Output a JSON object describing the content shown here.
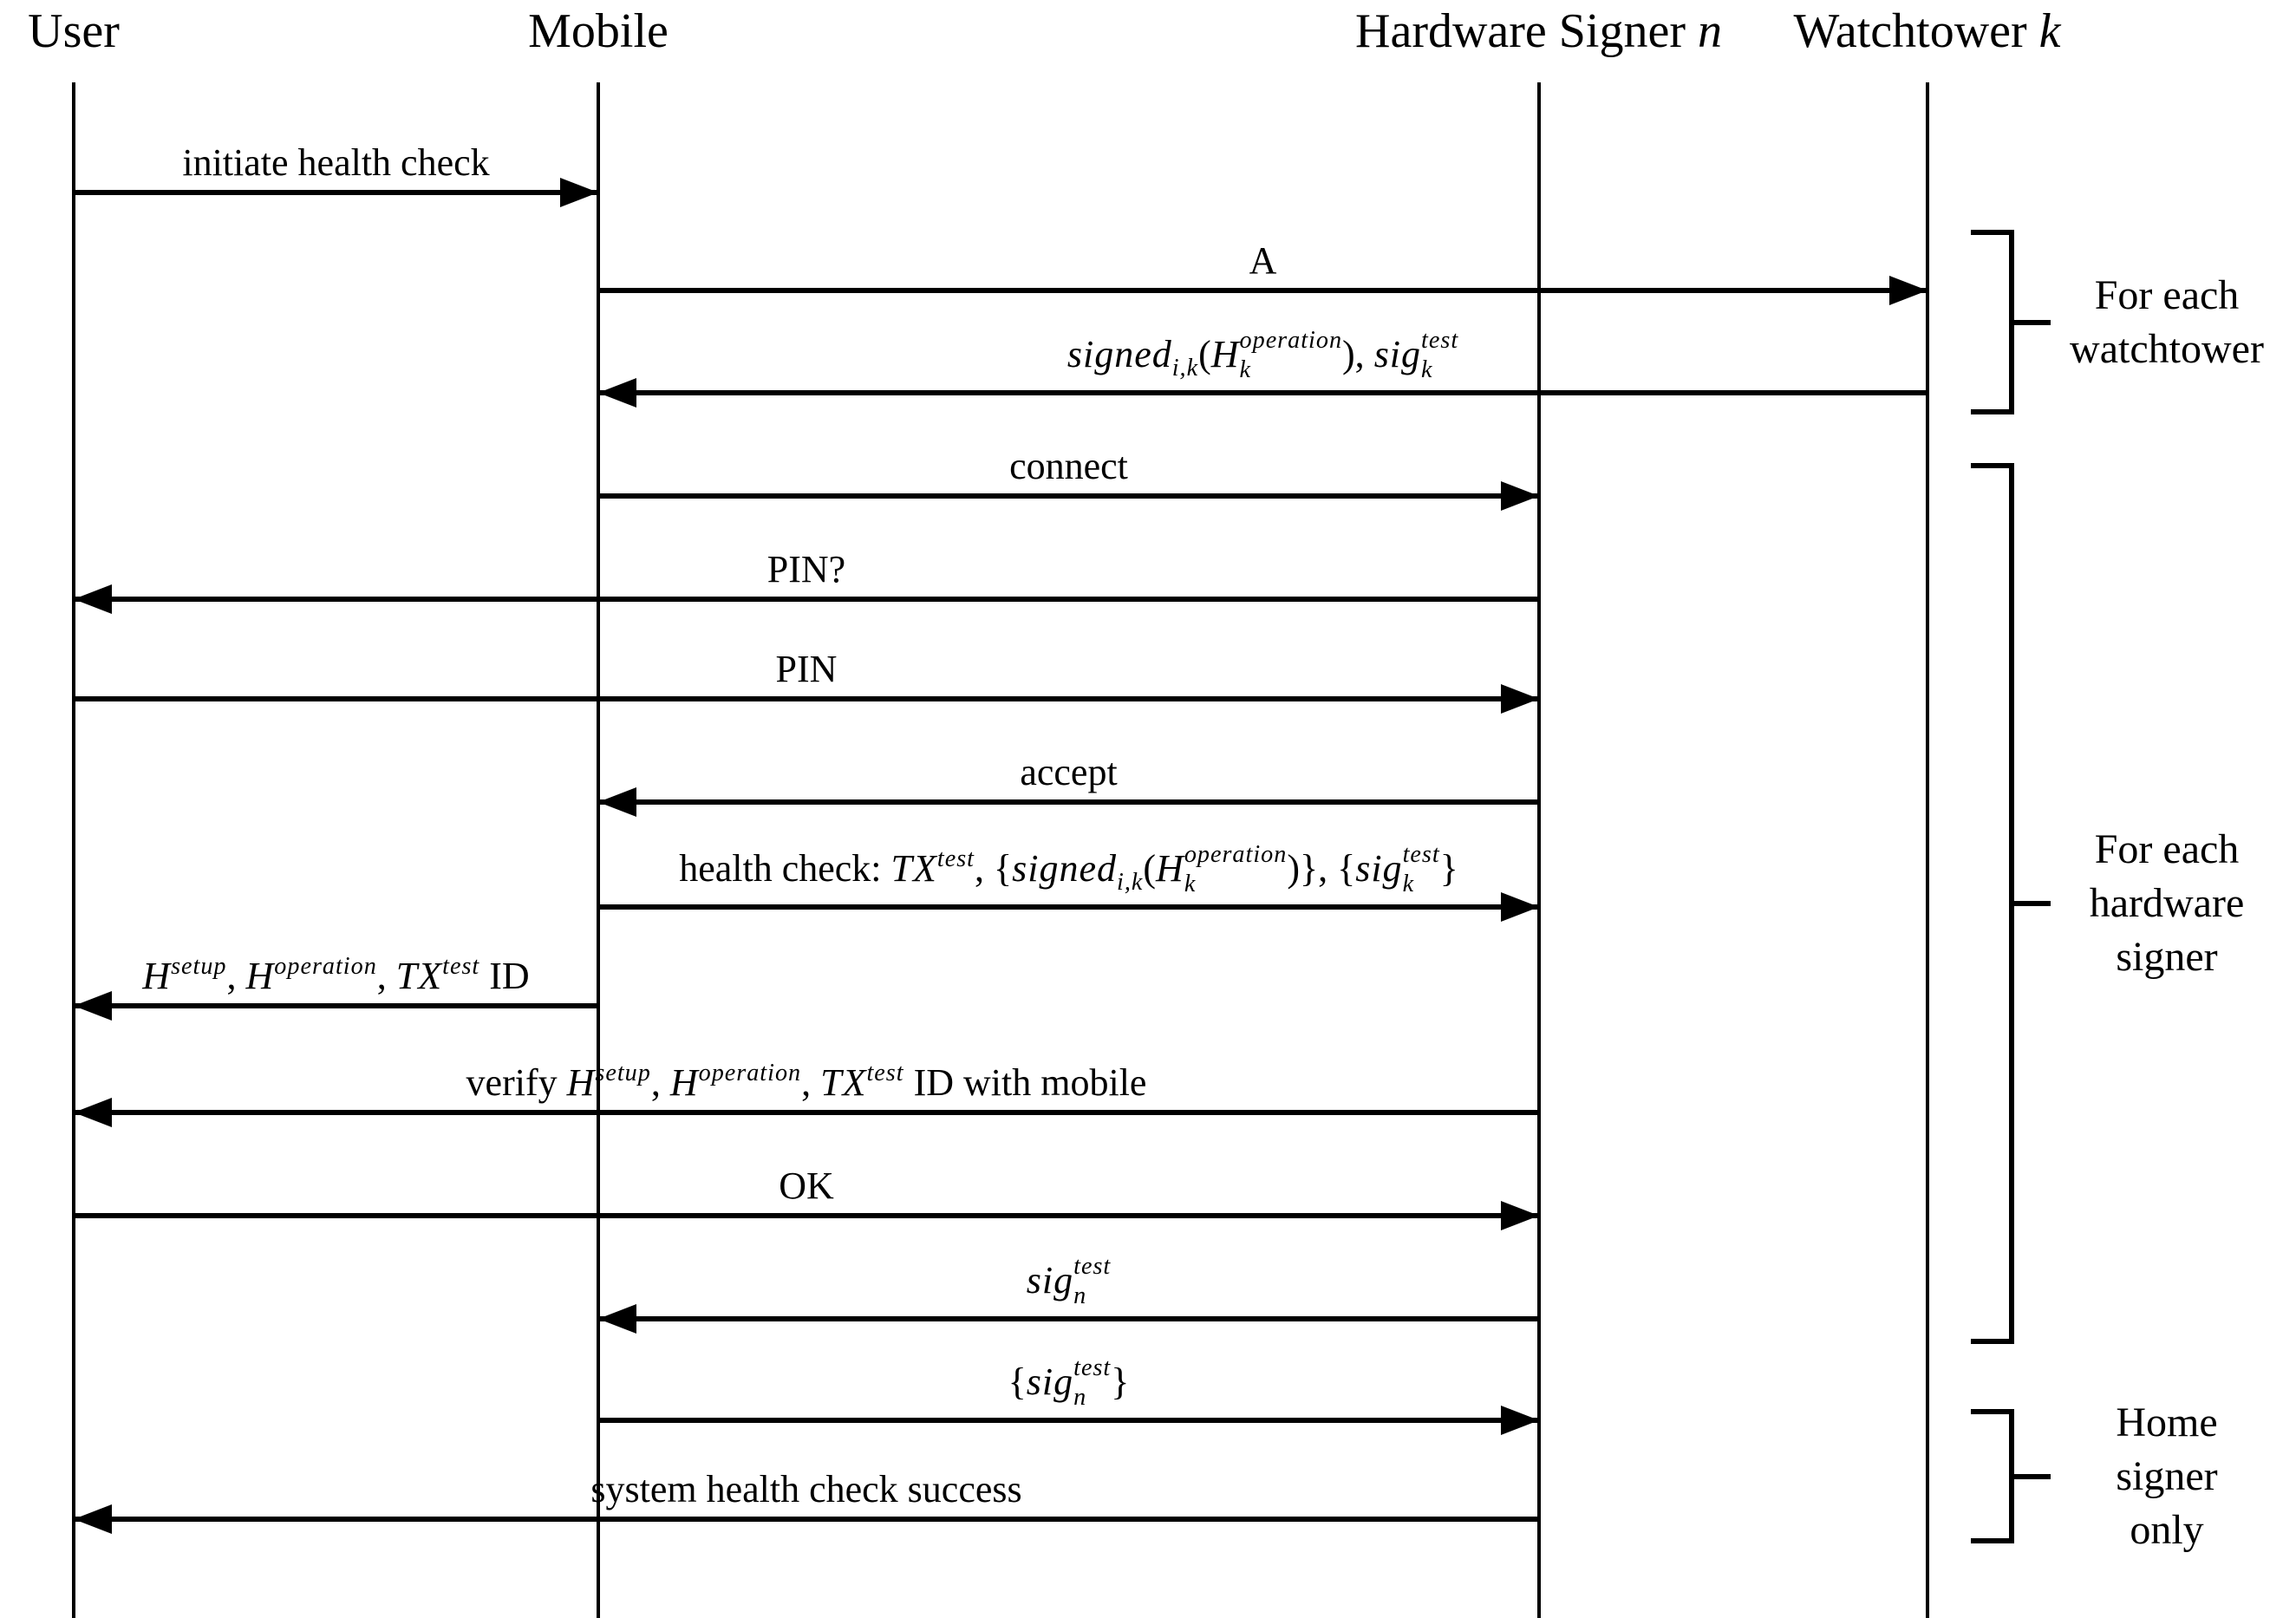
{
  "actors": [
    {
      "id": "user",
      "segments": [
        {
          "t": "User",
          "c": "rm"
        }
      ]
    },
    {
      "id": "mobile",
      "segments": [
        {
          "t": "Mobile",
          "c": "rm"
        }
      ]
    },
    {
      "id": "hardware-signer-n",
      "segments": [
        {
          "t": "Hardware Signer ",
          "c": "rm"
        },
        {
          "t": "n",
          "c": "it"
        }
      ]
    },
    {
      "id": "watchtower-k",
      "segments": [
        {
          "t": "Watchtower ",
          "c": "rm"
        },
        {
          "t": "k",
          "c": "it"
        }
      ]
    }
  ],
  "messages": [
    {
      "from": "user",
      "to": "mobile",
      "segments": [
        {
          "t": "initiate health check",
          "c": "rm"
        }
      ]
    },
    {
      "from": "mobile",
      "to": "watchtower-k",
      "segments": [
        {
          "t": "A",
          "c": "rm"
        }
      ]
    },
    {
      "from": "watchtower-k",
      "to": "mobile",
      "segments": [
        {
          "t": "signed",
          "c": "it"
        },
        {
          "t": "i,k",
          "c": "sub"
        },
        {
          "t": "(",
          "c": "rm"
        },
        {
          "t": "H",
          "c": "it"
        },
        {
          "sup": "operation",
          "sub": "k"
        },
        {
          "t": "), ",
          "c": "rm"
        },
        {
          "t": "sig",
          "c": "it"
        },
        {
          "sup": "test",
          "sub": "k"
        }
      ]
    },
    {
      "from": "mobile",
      "to": "hardware-signer-n",
      "segments": [
        {
          "t": "connect",
          "c": "rm"
        }
      ]
    },
    {
      "from": "hardware-signer-n",
      "to": "user",
      "segments": [
        {
          "t": "PIN?",
          "c": "rm"
        }
      ]
    },
    {
      "from": "user",
      "to": "hardware-signer-n",
      "segments": [
        {
          "t": "PIN",
          "c": "rm"
        }
      ]
    },
    {
      "from": "hardware-signer-n",
      "to": "mobile",
      "segments": [
        {
          "t": "accept",
          "c": "rm"
        }
      ]
    },
    {
      "from": "mobile",
      "to": "hardware-signer-n",
      "segments": [
        {
          "t": "health check: ",
          "c": "rm"
        },
        {
          "t": "TX",
          "c": "it"
        },
        {
          "t": "test",
          "c": "sup"
        },
        {
          "t": ", {",
          "c": "rm"
        },
        {
          "t": "signed",
          "c": "it"
        },
        {
          "t": "i,k",
          "c": "sub"
        },
        {
          "t": "(",
          "c": "rm"
        },
        {
          "t": "H",
          "c": "it"
        },
        {
          "sup": "operation",
          "sub": "k"
        },
        {
          "t": ")}, {",
          "c": "rm"
        },
        {
          "t": "sig",
          "c": "it"
        },
        {
          "sup": "test",
          "sub": "k"
        },
        {
          "t": "}",
          "c": "rm"
        }
      ]
    },
    {
      "from": "mobile",
      "to": "user",
      "segments": [
        {
          "t": "H",
          "c": "it"
        },
        {
          "t": "setup",
          "c": "sup"
        },
        {
          "t": ", ",
          "c": "rm"
        },
        {
          "t": "H",
          "c": "it"
        },
        {
          "t": "operation",
          "c": "sup"
        },
        {
          "t": ", ",
          "c": "rm"
        },
        {
          "t": "TX",
          "c": "it"
        },
        {
          "t": "test",
          "c": "sup"
        },
        {
          "t": " ID",
          "c": "rm"
        }
      ]
    },
    {
      "from": "hardware-signer-n",
      "to": "user",
      "segments": [
        {
          "t": "verify ",
          "c": "rm"
        },
        {
          "t": "H",
          "c": "it"
        },
        {
          "t": "setup",
          "c": "sup"
        },
        {
          "t": ", ",
          "c": "rm"
        },
        {
          "t": "H",
          "c": "it"
        },
        {
          "t": "operation",
          "c": "sup"
        },
        {
          "t": ", ",
          "c": "rm"
        },
        {
          "t": "TX",
          "c": "it"
        },
        {
          "t": "test",
          "c": "sup"
        },
        {
          "t": " ID with mobile",
          "c": "rm"
        }
      ]
    },
    {
      "from": "user",
      "to": "hardware-signer-n",
      "segments": [
        {
          "t": "OK",
          "c": "rm"
        }
      ]
    },
    {
      "from": "hardware-signer-n",
      "to": "mobile",
      "segments": [
        {
          "t": "sig",
          "c": "it"
        },
        {
          "sup": "test",
          "sub": "n"
        }
      ]
    },
    {
      "from": "mobile",
      "to": "hardware-signer-n",
      "segments": [
        {
          "t": "{",
          "c": "rm"
        },
        {
          "t": "sig",
          "c": "it"
        },
        {
          "sup": "test",
          "sub": "n"
        },
        {
          "t": "}",
          "c": "rm"
        }
      ]
    },
    {
      "from": "hardware-signer-n",
      "to": "user",
      "segments": [
        {
          "t": "system health check success",
          "c": "rm"
        }
      ]
    }
  ],
  "brackets": [
    {
      "lines": [
        "For each",
        "watchtower"
      ],
      "from_message": 2,
      "to_message": 3
    },
    {
      "lines": [
        "For each",
        "hardware",
        "signer"
      ],
      "from_message": 4,
      "to_message": 12
    },
    {
      "lines": [
        "Home",
        "signer",
        "only"
      ],
      "from_message": 13,
      "to_message": 14
    }
  ],
  "colors": {
    "ink": "#000000",
    "background": "#ffffff"
  }
}
